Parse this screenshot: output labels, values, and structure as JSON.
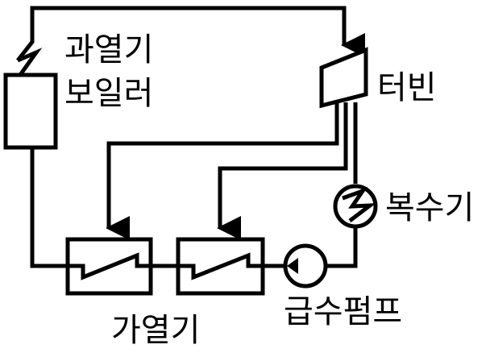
{
  "labels": {
    "superheater": "과열기",
    "boiler": "보일러",
    "turbine": "터빈",
    "condenser": "복수기",
    "feed_pump": "급수펌프",
    "heater": "가열기"
  },
  "colors": {
    "stroke": "#000000",
    "background": "#ffffff"
  }
}
